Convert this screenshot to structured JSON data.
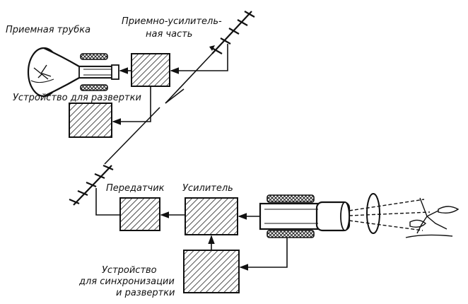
{
  "receiver": {
    "tube_label": "Приемная трубка",
    "amp_label_line1": "Приемно-усилитель-",
    "amp_label_line2": "ная часть",
    "scan_label": "Устройство для развертки"
  },
  "transmitter": {
    "tx_label": "Передатчик",
    "amp_label": "Усилитель",
    "sync_label_line1": "Устройство",
    "sync_label_line2": "для синхронизации",
    "sync_label_line3": "и развертки"
  }
}
